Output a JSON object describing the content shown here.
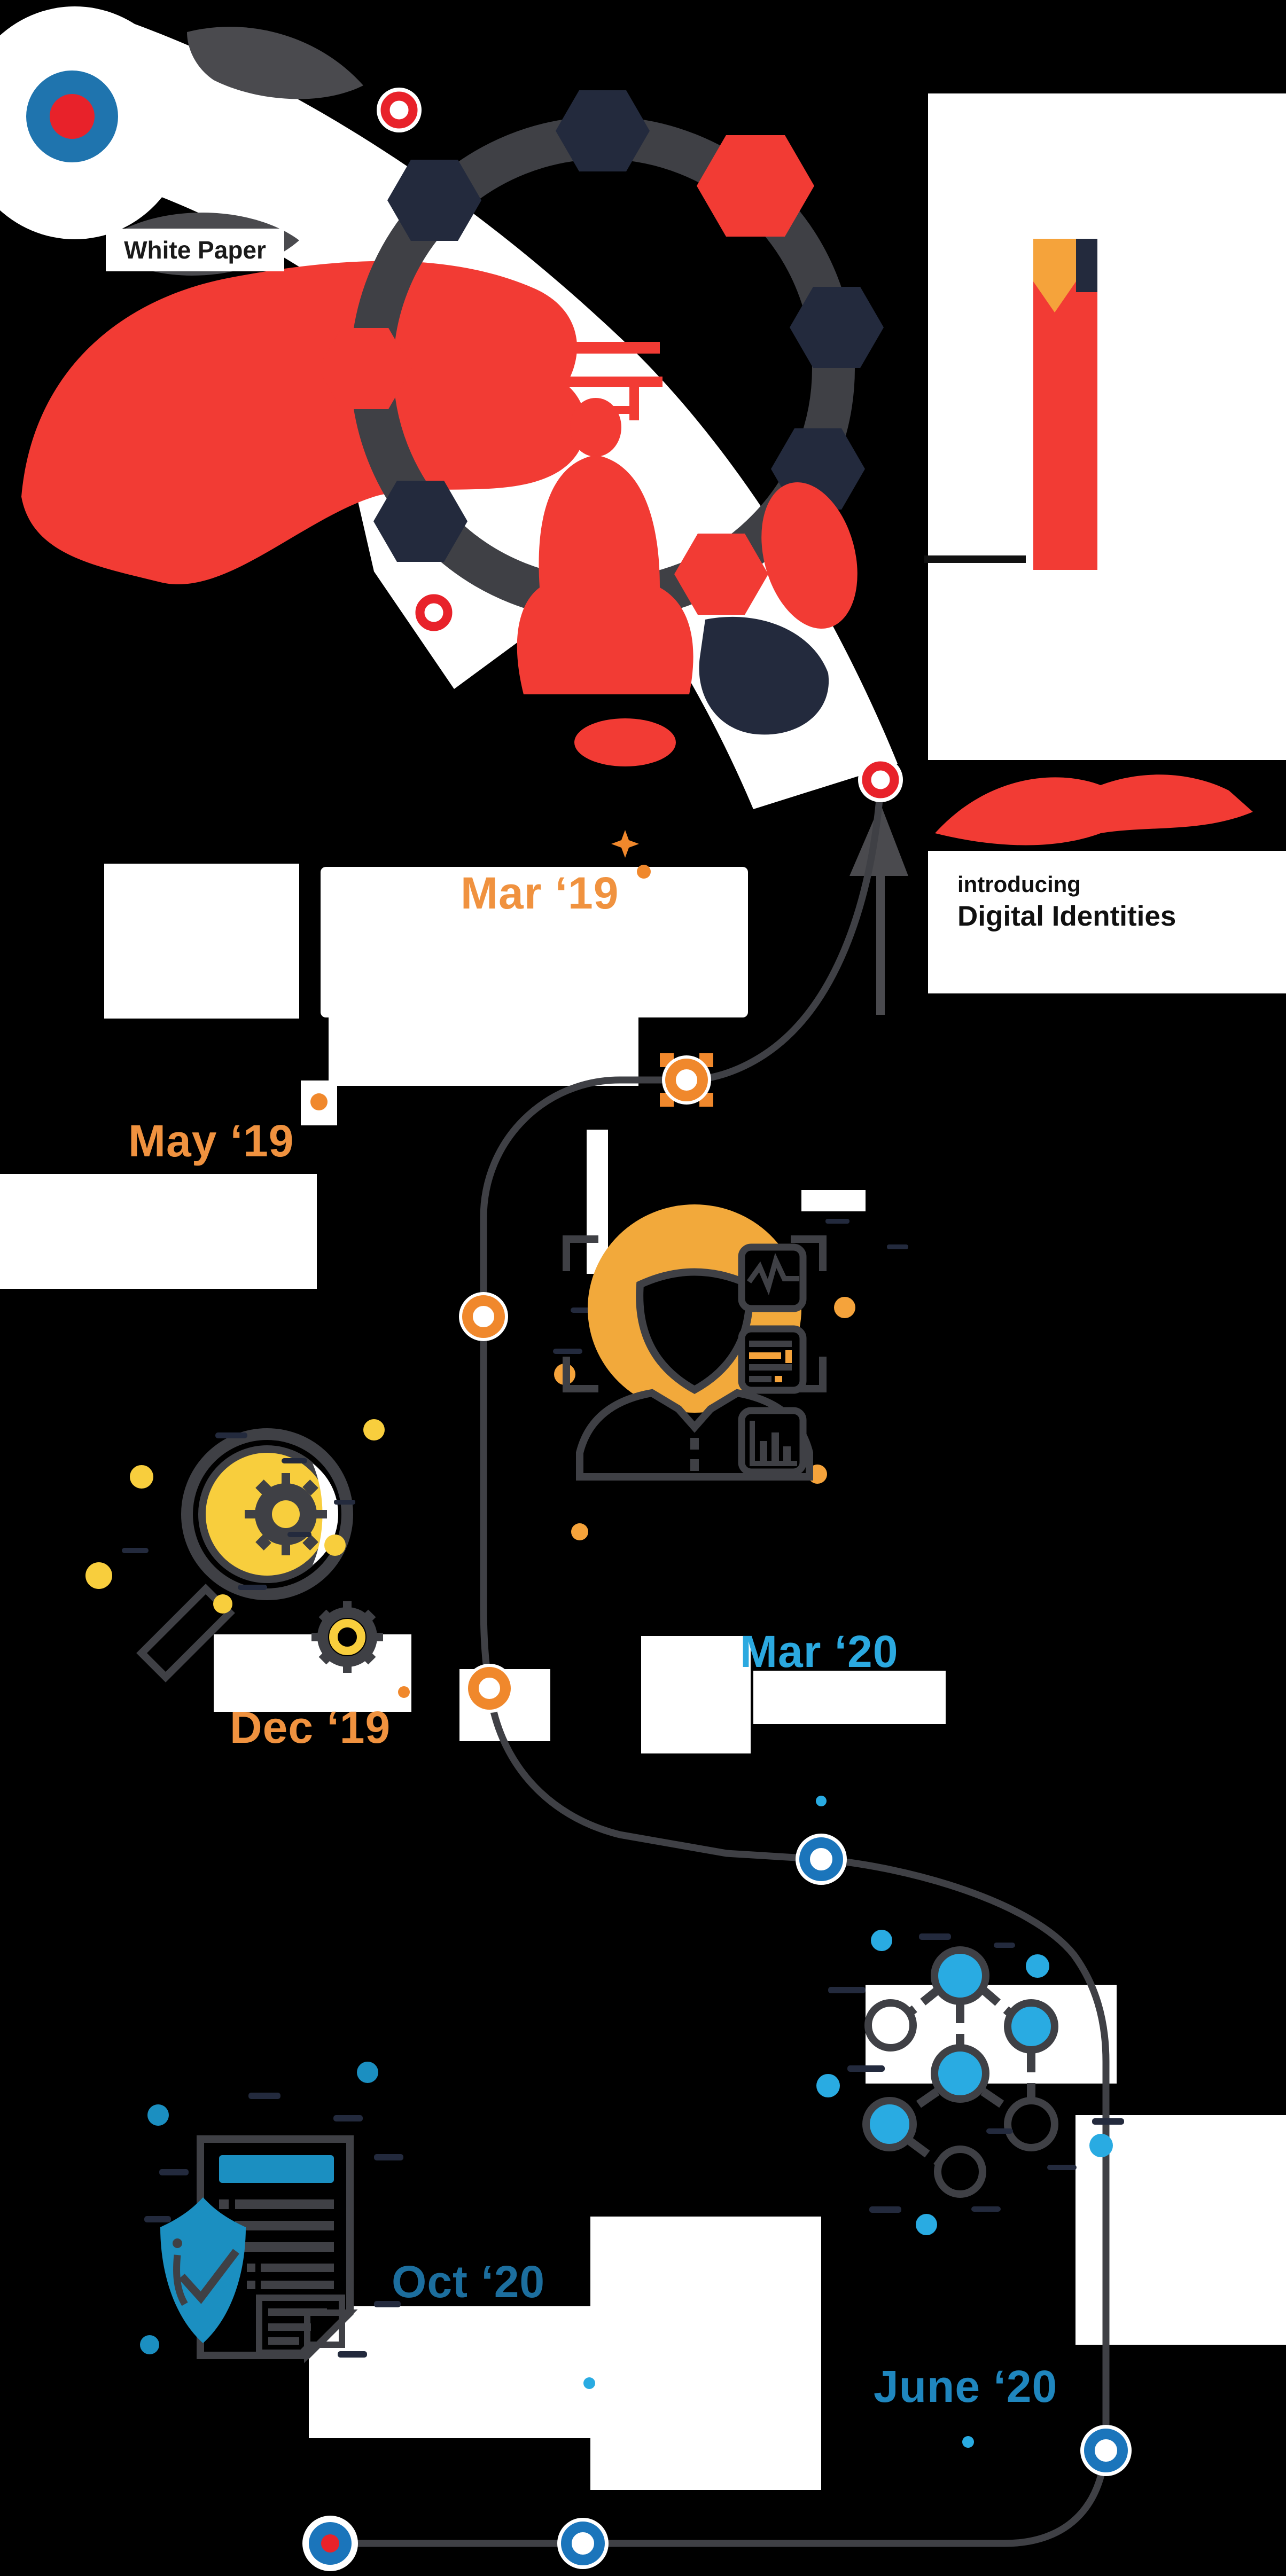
{
  "title": "White Paper product roadmap timeline infographic",
  "colors": {
    "background": "#000000",
    "card_white": "#ffffff",
    "brand_red": "#F23B34",
    "logo_red": "#E8222A",
    "logo_blue": "#1F74AE",
    "accent_orange": "#F0882C",
    "date_orange": "#F0923F",
    "illustration_yellow": "#F8CE3D",
    "hair_orange": "#F2A93B",
    "navy": "#232A3D",
    "stroke_gray": "#3F4045",
    "node_blue": "#1B75BB",
    "molecule_blue": "#29ABE2",
    "shield_blue": "#1B8FC1",
    "date_blue_bright": "#2BA9E0",
    "date_blue_mid": "#1F86BE",
    "date_blue_deep": "#1C6E9E"
  },
  "header": {
    "white_paper_label": "White Paper"
  },
  "intro": {
    "line1": "introducing",
    "line2": "Digital Identities"
  },
  "timeline": {
    "milestones": [
      {
        "id": "mar19",
        "label": "Mar ‘19",
        "color": "#F0923F"
      },
      {
        "id": "may19",
        "label": "May ‘19",
        "color": "#F0923F"
      },
      {
        "id": "dec19",
        "label": "Dec ‘19",
        "color": "#F0923F"
      },
      {
        "id": "mar20",
        "label": "Mar ‘20",
        "color": "#2BA9E0"
      },
      {
        "id": "june20",
        "label": "June ‘20",
        "color": "#1F86BE"
      },
      {
        "id": "oct20",
        "label": "Oct ‘20",
        "color": "#1C6E9E"
      }
    ]
  },
  "icons": {
    "bullseye-logo-icon": "concentric blue ring with red center",
    "flag-banner-icon": "orange pennant with navy block on tall red banner",
    "hexagon-ring-illustration": "gray ring with alternating navy and red hexagons around red figure",
    "face-scan-illustration": "woman with orange hair inside scan brackets with three data tiles",
    "magnifier-gear-illustration": "magnifying glass with yellow lens, gears and sparks",
    "network-nodes-illustration": "molecule style network of blue and hollow nodes",
    "document-shield-illustration": "document with blue header protected by blue check shield",
    "timeline-node-icon": "ringed milestone dot on the roadmap path",
    "sparkle-icon": "four point orange sparkle"
  }
}
